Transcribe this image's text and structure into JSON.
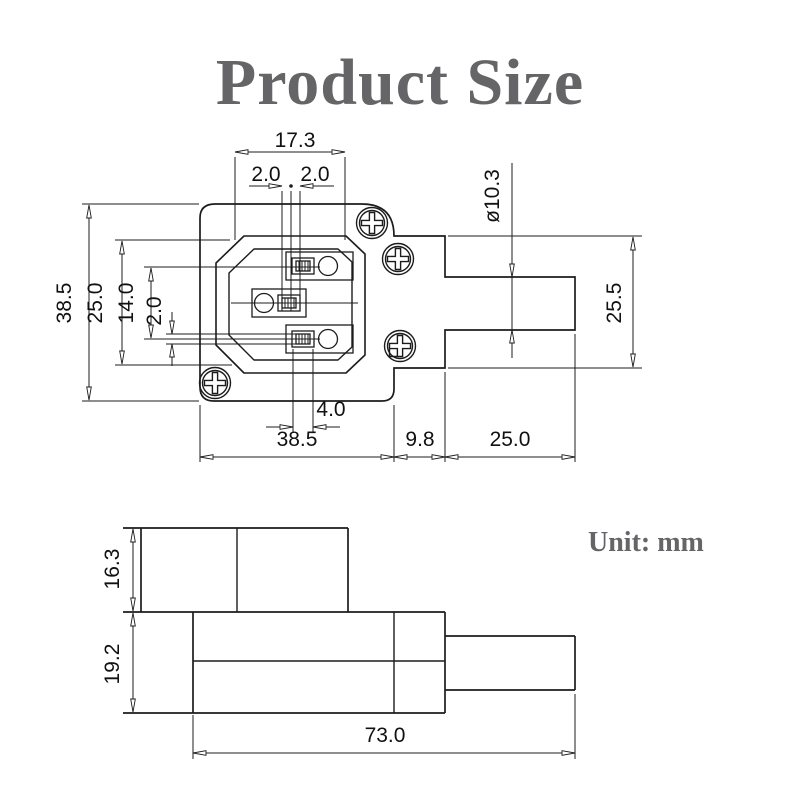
{
  "title": "Product Size",
  "unit_label": "Unit: mm",
  "colors": {
    "background": "#ffffff",
    "line": "#1c1c1c",
    "dimension_text": "#111111",
    "heading_text": "#656568"
  },
  "front_view": {
    "dim_socket_width": "17.3",
    "dim_pin_offset_left": "2.0",
    "dim_pin_offset_right": "2.0",
    "dim_cable_diameter": "ø10.3",
    "dim_flange_height": "38.5",
    "dim_recess_height": "25.0",
    "dim_pin_span": "14.0",
    "dim_slot_height": "2.0",
    "dim_body_height": "25.5",
    "dim_slot_width": "4.0",
    "dim_flange_width": "38.5",
    "dim_body_depth": "9.8",
    "dim_cable_stub": "25.0"
  },
  "side_view": {
    "dim_upper_height": "16.3",
    "dim_lower_height": "19.2",
    "dim_total_length": "73.0"
  }
}
